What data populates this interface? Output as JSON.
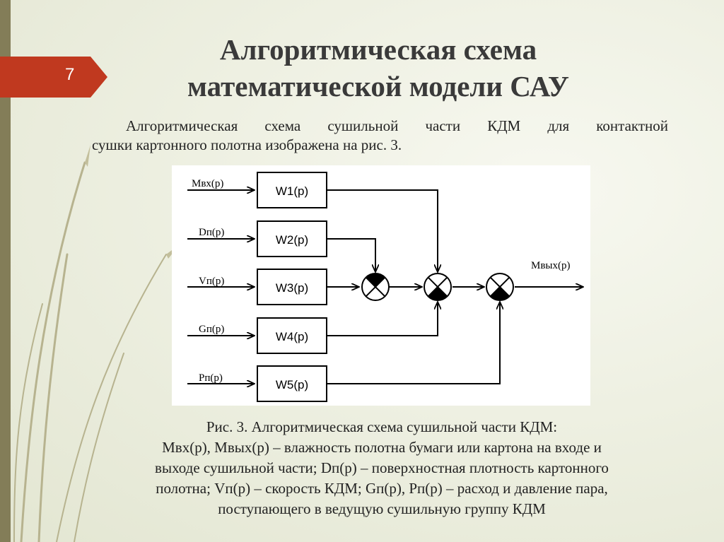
{
  "slide_number": "7",
  "title": {
    "line1": "Алгоритмическая схема",
    "line2": "математической модели САУ"
  },
  "intro": {
    "line1": "Алгоритмическая схема сушильной части КДМ для контактной",
    "line2": "сушки картонного полотна изображена на рис. 3."
  },
  "diagram": {
    "inputs": [
      {
        "label": "Mвх(p)",
        "block": "W1(p)"
      },
      {
        "label": "Dп(p)",
        "block": "W2(p)"
      },
      {
        "label": "Vп(p)",
        "block": "W3(p)"
      },
      {
        "label": "Gп(p)",
        "block": "W4(p)"
      },
      {
        "label": "Pп(p)",
        "block": "W5(p)"
      }
    ],
    "output_label": "Mвых(p)"
  },
  "caption": {
    "line1": "Рис. 3. Алгоритмическая схема сушильной части КДМ:",
    "line2": "Мвх(р), Мвых(р) – влажность полотна бумаги или картона на входе и",
    "line3": "выходе сушильной части; Dп(р) – поверхностная плотность картонного",
    "line4": "полотна; Vп(р) – скорость КДМ; Gп(р), Рп(р) – расход и давление пара,",
    "line5": "поступающего в ведущую сушильную группу КДМ"
  },
  "colors": {
    "background": "#e9ecdc",
    "left_bar": "#837d58",
    "slide_number_badge": "#c0391f",
    "decor_lines": "#b3b08c"
  }
}
